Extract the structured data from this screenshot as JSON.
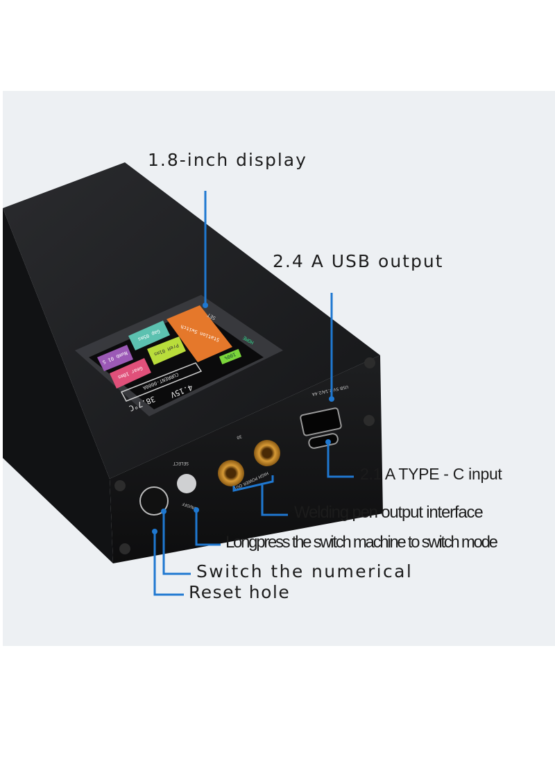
{
  "callouts": {
    "display": "1.8-inch display",
    "usb_output": "2.4 A USB output",
    "typec_input": "2.1 A TYPE - C input",
    "welding_output": "Welding pen output interface",
    "long_press": "Longpress the switch machine to switch mode",
    "switch_numerical": "Switch the numerical",
    "reset_hole": "Reset hole"
  },
  "device_labels": {
    "select": "SELECT",
    "on_off": "ON/OFF",
    "high_power_out": "HIGH POWER OUT",
    "usb_spec": "USB 5V 2.1A/2.4A",
    "range": "30"
  },
  "screen": {
    "numb": "Numb 01 S",
    "gap": "Gap 05ms",
    "gear": "Gear 10ms",
    "preh": "PreH 01ms",
    "station_switch": "Station Switch",
    "current": "CURRENT-0000A",
    "voltage": "4.15V",
    "temperature": "38.7°C",
    "battery": "100%",
    "side_set": "SET",
    "side_home": "HOME"
  },
  "colors": {
    "callout_line": "#1f78d1",
    "background": "#edf0f3",
    "device": "#1b1c1e"
  }
}
